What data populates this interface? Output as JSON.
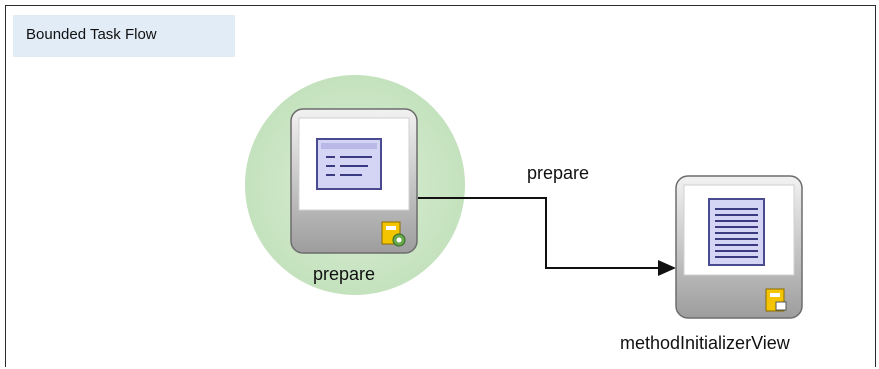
{
  "diagram": {
    "title": "Bounded Task Flow",
    "nodes": [
      {
        "id": "prepare",
        "label": "prepare",
        "type": "method-call",
        "default_activity": true,
        "icon": "method-call-icon",
        "badge_icon": "method-call-badge-icon"
      },
      {
        "id": "methodInitializerView",
        "label": "methodInitializerView",
        "type": "view",
        "default_activity": false,
        "icon": "view-page-icon",
        "badge_icon": "view-badge-icon"
      }
    ],
    "edges": [
      {
        "from": "prepare",
        "to": "methodInitializerView",
        "label": "prepare"
      }
    ],
    "colors": {
      "default_activity_halo": "#cfe6c9",
      "node_frame": "#aeaeae",
      "icon_fill": "#c9c9f0",
      "icon_stroke": "#5a5aa0",
      "badge_yellow": "#f4c400",
      "title_background": "#e2ecf7"
    }
  }
}
